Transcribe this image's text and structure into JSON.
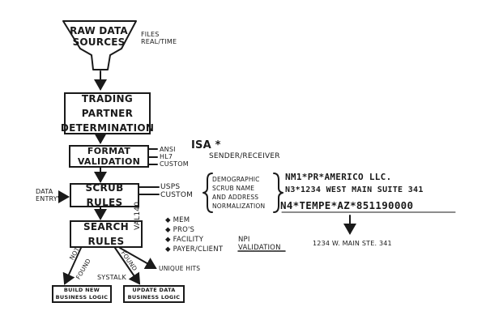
{
  "funnel": {
    "line1": "RAW DATA",
    "line2": "SOURCES"
  },
  "funnel_side": {
    "line1": "FILES",
    "line2": "REAL/TIME"
  },
  "trading": {
    "line1": "TRADING PARTNER",
    "line2": "DETERMINATION"
  },
  "format": {
    "label": "FORMAT VALIDATION",
    "options": [
      "ANSI",
      "HL7",
      "CUSTOM"
    ]
  },
  "isa": {
    "title": "ISA *",
    "sub": "SENDER/RECEIVER"
  },
  "scrub": {
    "label": "SCRUB RULES",
    "options": [
      "USPS",
      "CUSTOM"
    ],
    "entry_line1": "DATA",
    "entry_line2": "ENTRY"
  },
  "demographic": [
    "DEMOGRAPHIC",
    "SCRUB NAME",
    "AND ADDRESS",
    "NORMALIZATION"
  ],
  "records": {
    "nm1": "NM1*PR*AMERICO LLC.",
    "n3": "N3*1234 WEST MAIN SUITE 341",
    "n4": "N4*TEMPE*AZ*851190000",
    "normalized": "1234 W. MAIN STE. 341"
  },
  "search": {
    "label": "SEARCH RULES",
    "vertical": "VAL140",
    "options": [
      "MEM",
      "PRO'S",
      "FACILITY",
      "PAYER/CLIENT"
    ]
  },
  "npi": {
    "line1": "NPI",
    "line2": "VALIDATION"
  },
  "branches": {
    "not_found_1": "NOT",
    "not_found_2": "FOUND",
    "found": "FOUND",
    "unique": "UNIQUE HITS",
    "systalk": "SYSTALK"
  },
  "outputs": {
    "build_1": "BUILD NEW",
    "build_2": "BUSINESS LOGIC",
    "update_1": "UPDATE DATA",
    "update_2": "BUSINESS LOGIC"
  }
}
